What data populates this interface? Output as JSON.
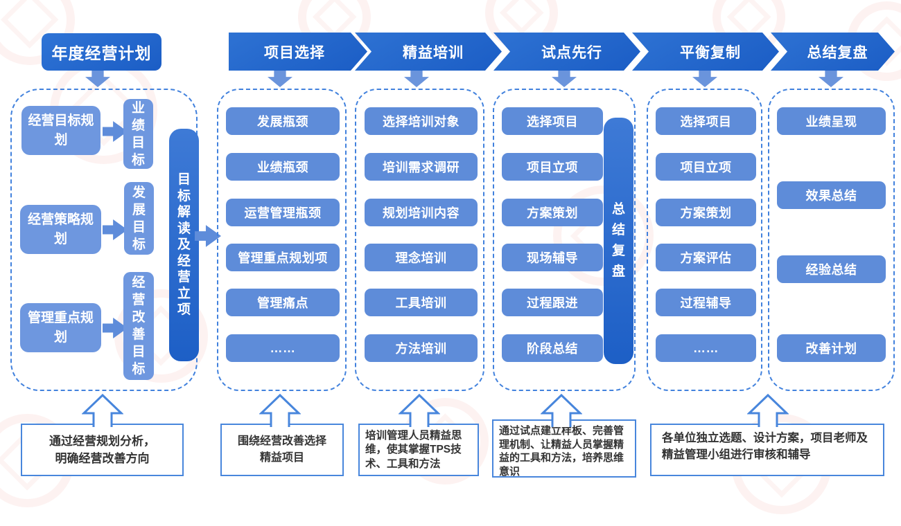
{
  "colors": {
    "primary_dark": "#1e5fc6",
    "primary_mid": "#5e8cd9",
    "primary_light": "#6e97df",
    "dashed_border": "#4181dd",
    "note_border": "#4886dc",
    "note_text": "#333333"
  },
  "title": {
    "label": "年度经营计划"
  },
  "phases": [
    {
      "label": "项目选择"
    },
    {
      "label": "精益培训"
    },
    {
      "label": "试点先行"
    },
    {
      "label": "平衡复制"
    },
    {
      "label": "总结复盘"
    }
  ],
  "planning": {
    "rows": [
      {
        "source": "经营目标规划",
        "target": "业绩目标"
      },
      {
        "source": "经营策略规划",
        "target": "发展目标"
      },
      {
        "source": "管理重点规划",
        "target": "经营改善目标"
      }
    ],
    "bar_label": "目标解读及经营立项"
  },
  "columns": [
    {
      "name": "项目选择",
      "items": [
        "发展瓶颈",
        "业绩瓶颈",
        "运营管理瓶颈",
        "管理重点规划项",
        "管理痛点",
        "……"
      ]
    },
    {
      "name": "精益培训",
      "items": [
        "选择培训对象",
        "培训需求调研",
        "规划培训内容",
        "理念培训",
        "工具培训",
        "方法培训"
      ]
    },
    {
      "name": "试点先行",
      "items": [
        "选择项目",
        "项目立项",
        "方案策划",
        "现场辅导",
        "过程跟进",
        "阶段总结"
      ],
      "bar_label": "总结复盘"
    },
    {
      "name": "平衡复制",
      "items": [
        "选择项目",
        "项目立项",
        "方案策划",
        "方案评估",
        "过程辅导",
        "……"
      ]
    },
    {
      "name": "总结复盘",
      "items": [
        "业绩呈现",
        "效果总结",
        "经验总结",
        "改善计划"
      ]
    }
  ],
  "notes": [
    {
      "text": "通过经营规划分析，\n明确经营改善方向"
    },
    {
      "text": "围绕经营改善选择\n精益项目"
    },
    {
      "text": "培训管理人员精益思维，使其掌握TPS技术、工具和方法"
    },
    {
      "text": "通过试点建立样板、完善管理机制、让精益人员掌握精益的工具和方法，培养思维意识"
    },
    {
      "text": "各单位独立选题、设计方案，项目老师及精益管理小组进行审核和辅导"
    }
  ]
}
